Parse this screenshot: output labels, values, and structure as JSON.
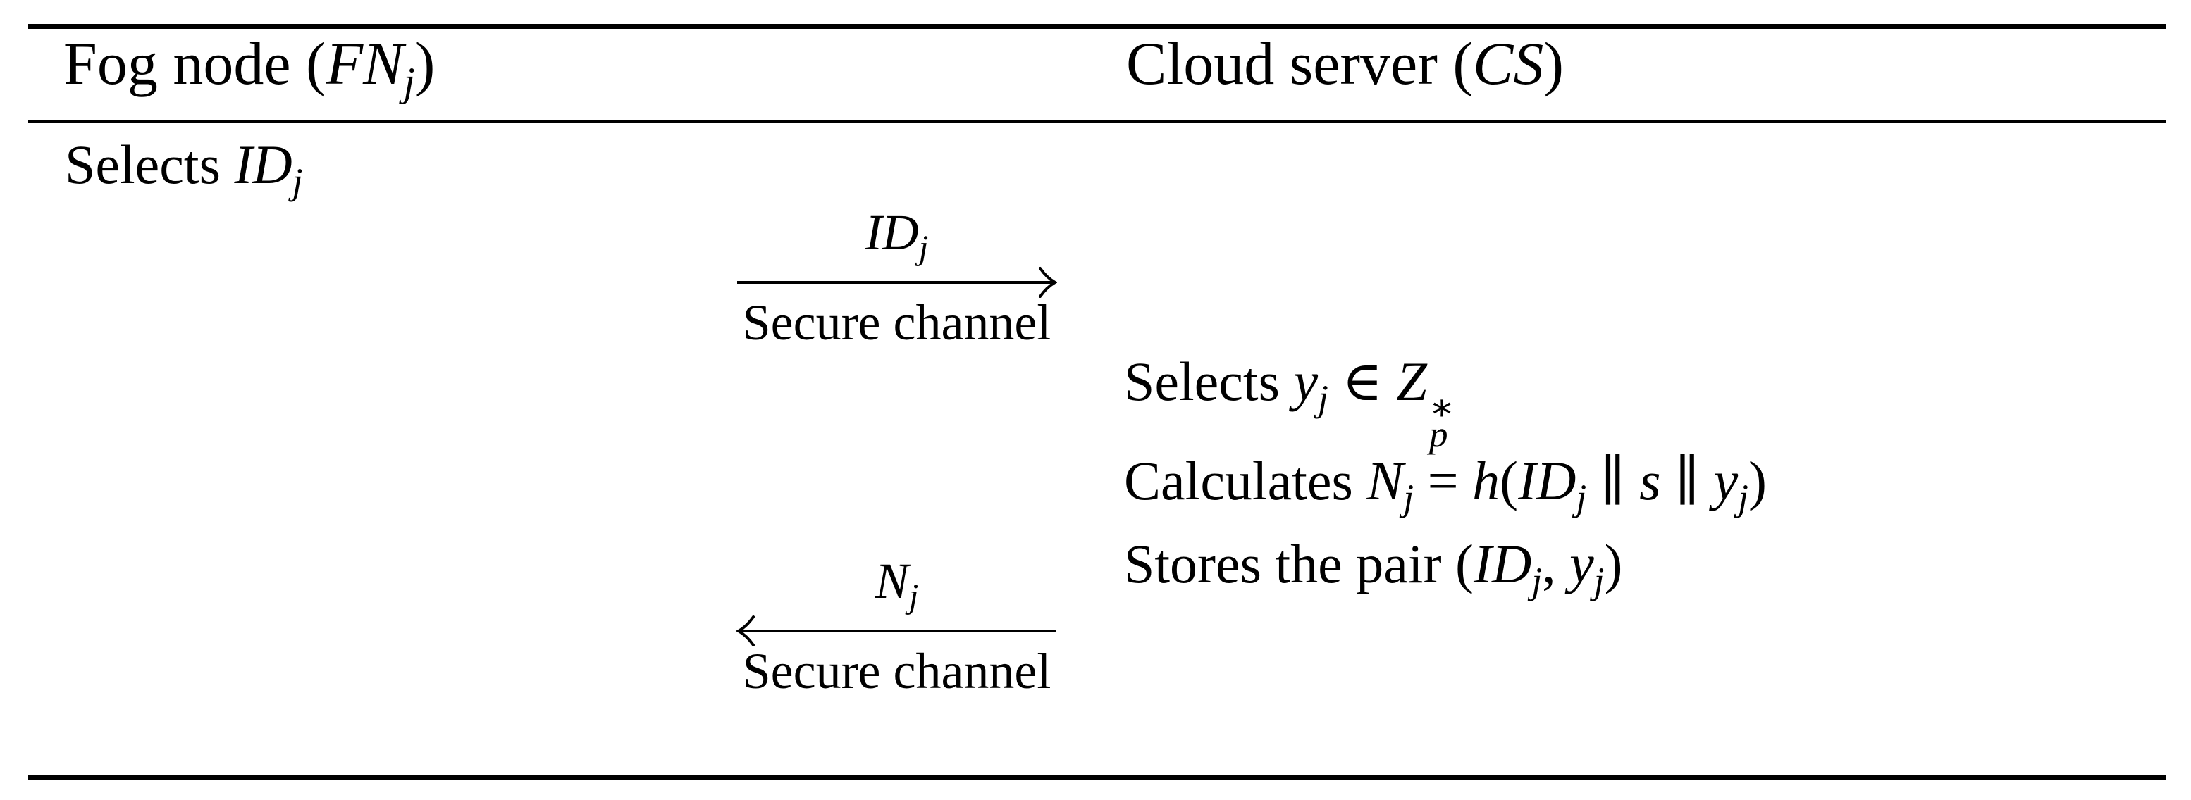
{
  "colors": {
    "text": "#000000",
    "rule": "#000000",
    "background": "#ffffff"
  },
  "table": {
    "header": {
      "left": [
        {
          "t": "Fog node (",
          "s": "r"
        },
        {
          "t": "FN",
          "s": "i"
        },
        {
          "t": "j",
          "s": "s"
        },
        {
          "t": ")",
          "s": "r"
        }
      ],
      "right": [
        {
          "t": "Cloud server (",
          "s": "r"
        },
        {
          "t": "CS",
          "s": "i"
        },
        {
          "t": ")",
          "s": "r"
        }
      ]
    },
    "fog_node_steps": {
      "step1": [
        {
          "t": "Selects ",
          "s": "r"
        },
        {
          "t": "ID",
          "s": "i"
        },
        {
          "t": "j",
          "s": "s"
        }
      ]
    },
    "messages": [
      {
        "direction": "right",
        "label": [
          {
            "t": "ID",
            "s": "i"
          },
          {
            "t": "j",
            "s": "s"
          }
        ],
        "channel": "Secure channel"
      },
      {
        "direction": "left",
        "label": [
          {
            "t": "N",
            "s": "i"
          },
          {
            "t": "j",
            "s": "s"
          }
        ],
        "channel": "Secure channel"
      }
    ],
    "cloud_server_steps": {
      "step1": [
        {
          "t": "Selects ",
          "s": "r"
        },
        {
          "t": "y",
          "s": "i"
        },
        {
          "t": "j",
          "s": "s"
        },
        {
          "t": " ∈ ",
          "s": "r"
        },
        {
          "t": "Z",
          "s": "i"
        },
        {
          "s": "ss",
          "sup": "∗",
          "sub": "p"
        }
      ],
      "step2": [
        {
          "t": "Calculates ",
          "s": "r"
        },
        {
          "t": "N",
          "s": "i"
        },
        {
          "t": "j",
          "s": "s"
        },
        {
          "t": " = ",
          "s": "r"
        },
        {
          "t": "h",
          "s": "i"
        },
        {
          "t": "(",
          "s": "r"
        },
        {
          "t": "ID",
          "s": "i"
        },
        {
          "t": "j",
          "s": "s"
        },
        {
          "t": " ∥ ",
          "s": "r"
        },
        {
          "t": "s",
          "s": "i"
        },
        {
          "t": " ∥ ",
          "s": "r"
        },
        {
          "t": "y",
          "s": "i"
        },
        {
          "t": "j",
          "s": "s"
        },
        {
          "t": ")",
          "s": "r"
        }
      ],
      "step3": [
        {
          "t": "Stores the pair (",
          "s": "r"
        },
        {
          "t": "ID",
          "s": "i"
        },
        {
          "t": "j",
          "s": "s"
        },
        {
          "t": ", ",
          "s": "r"
        },
        {
          "t": "y",
          "s": "i"
        },
        {
          "t": "j",
          "s": "s"
        },
        {
          "t": ")",
          "s": "r"
        }
      ]
    }
  }
}
